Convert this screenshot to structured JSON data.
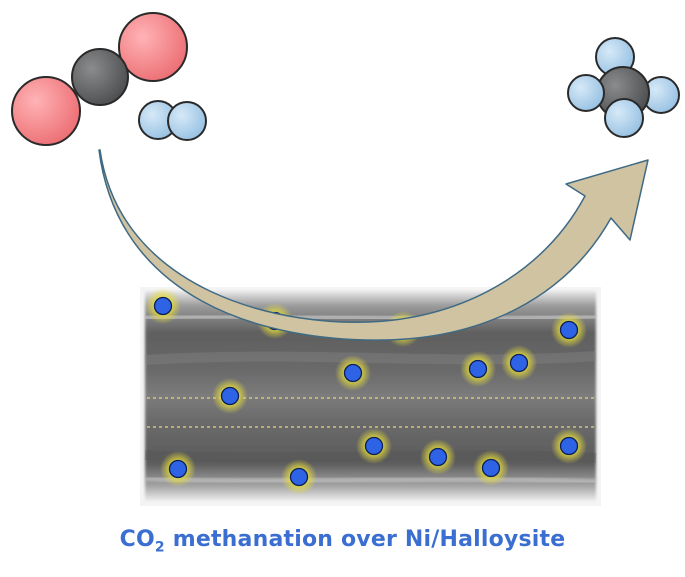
{
  "caption": {
    "formula_main": "CO",
    "formula_sub": "2",
    "rest": " methanation over Ni/Halloysite"
  },
  "colors": {
    "oxygen": "#f07b80",
    "carbon": "#5f6163",
    "hydrogen": "#a9cde9",
    "arrow": "#cfc3a2",
    "nanoparticle": "#2f63e6",
    "caption": "#3a6fd1"
  },
  "icons": {
    "reactant": "co2-h2-molecules-icon",
    "product": "methane-molecule-icon",
    "arrow": "curved-reaction-arrow-icon",
    "support": "halloysite-nanotube-image",
    "particle": "ni-nanoparticle-icon"
  }
}
